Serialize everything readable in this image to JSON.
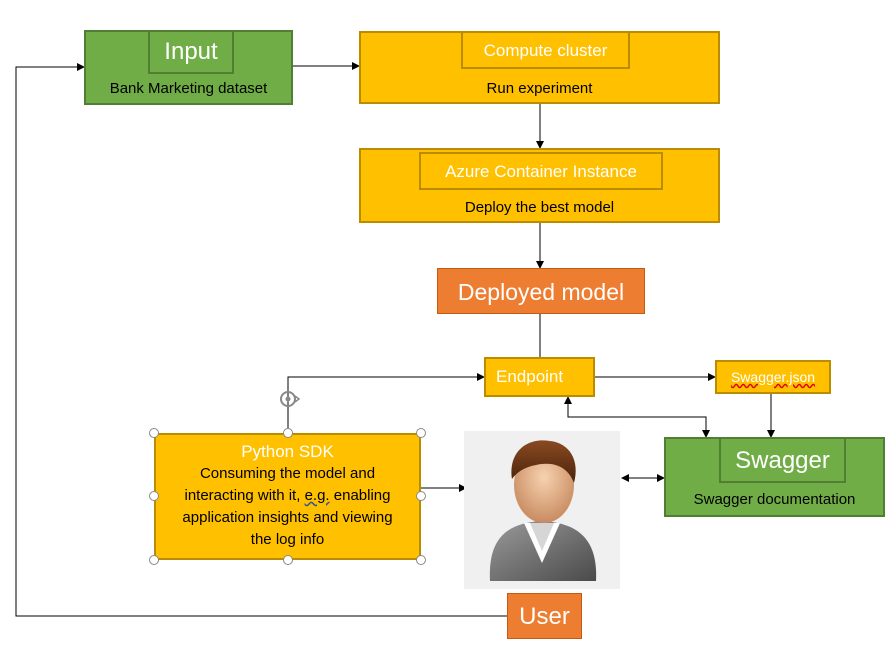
{
  "input": {
    "title": "Input",
    "subtitle": "Bank Marketing dataset"
  },
  "compute": {
    "title": "Compute cluster",
    "subtitle": "Run experiment"
  },
  "aci": {
    "title": "Azure Container Instance",
    "subtitle": "Deploy the best model"
  },
  "deployed": {
    "label": "Deployed model"
  },
  "endpoint": {
    "label": "Endpoint"
  },
  "swagger_json": {
    "label": "Swagger.json"
  },
  "swagger": {
    "title": "Swagger",
    "subtitle": "Swagger documentation"
  },
  "sdk": {
    "title": "Python SDK",
    "line1": "Consuming the model and",
    "line2a": "interacting with it",
    "line2b": ", ",
    "line2c": "e.g.",
    "line2d": " enabling",
    "line3": "application insights and viewing",
    "line4": "the log info"
  },
  "user": {
    "label": "User"
  },
  "colors": {
    "green": "#70ad47",
    "yellow": "#ffc000",
    "orange": "#ed7d31"
  },
  "icons": [
    "user-avatar-icon",
    "rotate-handle-icon"
  ]
}
